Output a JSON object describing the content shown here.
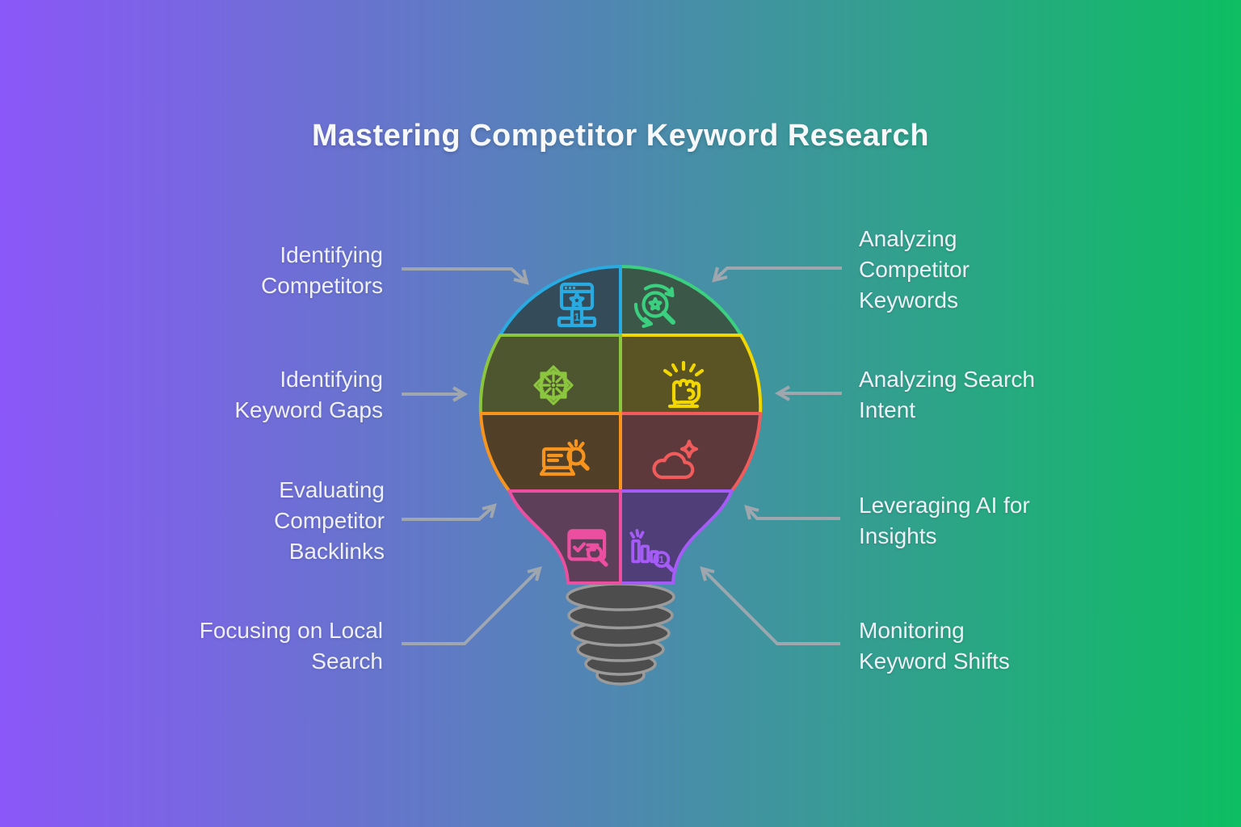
{
  "title": "Mastering Competitor Keyword Research",
  "labels": [
    {
      "id": "identifying-competitors",
      "side": "left",
      "lines": [
        "Identifying",
        "Competitors"
      ]
    },
    {
      "id": "identifying-keyword-gaps",
      "side": "left",
      "lines": [
        "Identifying",
        "Keyword Gaps"
      ]
    },
    {
      "id": "evaluating-competitor-backlinks",
      "side": "left",
      "lines": [
        "Evaluating",
        "Competitor",
        "Backlinks"
      ]
    },
    {
      "id": "focusing-on-local-search",
      "side": "left",
      "lines": [
        "Focusing on Local",
        "Search"
      ]
    },
    {
      "id": "analyzing-competitor-keywords",
      "side": "right",
      "lines": [
        "Analyzing",
        "Competitor",
        "Keywords"
      ]
    },
    {
      "id": "analyzing-search-intent",
      "side": "right",
      "lines": [
        "Analyzing Search",
        "Intent"
      ]
    },
    {
      "id": "leveraging-ai-for-insights",
      "side": "right",
      "lines": [
        "Leveraging AI for",
        "Insights"
      ]
    },
    {
      "id": "monitoring-keyword-shifts",
      "side": "right",
      "lines": [
        "Monitoring",
        "Keyword Shifts"
      ]
    }
  ],
  "bulb": {
    "sections": [
      {
        "topic": "identifying-competitors",
        "icon": "podium-first-place-browser-icon",
        "stroke": "#29abe2",
        "fill": "#344c59"
      },
      {
        "topic": "analyzing-competitor-keywords",
        "icon": "star-search-refresh-icon",
        "stroke": "#3bd080",
        "fill": "#3b5747"
      },
      {
        "topic": "identifying-keyword-gaps",
        "icon": "eight-direction-arrows-icon",
        "stroke": "#8cc63f",
        "fill": "#4e562f"
      },
      {
        "topic": "analyzing-search-intent",
        "icon": "power-fist-rays-icon",
        "stroke": "#f2d600",
        "fill": "#5a5324"
      },
      {
        "topic": "evaluating-competitor-backlinks",
        "icon": "laptop-search-icon",
        "stroke": "#f7941d",
        "fill": "#523f28"
      },
      {
        "topic": "leveraging-ai-for-insights",
        "icon": "cloud-sparkle-icon",
        "stroke": "#f15b5b",
        "fill": "#5d393b"
      },
      {
        "topic": "focusing-on-local-search",
        "icon": "webpage-check-search-icon",
        "stroke": "#ec4fa0",
        "fill": "#5e3f5a"
      },
      {
        "topic": "monitoring-keyword-shifts",
        "icon": "bar-chart-rank-search-icon",
        "stroke": "#a55bf5",
        "fill": "#4f3e78"
      }
    ],
    "badges": {
      "podium_rank": "1",
      "chart_rank": "1"
    },
    "base": {
      "fill": "#4d4d4d",
      "stroke": "#9b9b9b"
    }
  },
  "palette": {
    "background_left": "#8b57f8",
    "background_right": "#0dbe62",
    "arrow": "#9fa6ad",
    "title_color": "#f7f8fa",
    "label_color": "#eef0f6"
  }
}
